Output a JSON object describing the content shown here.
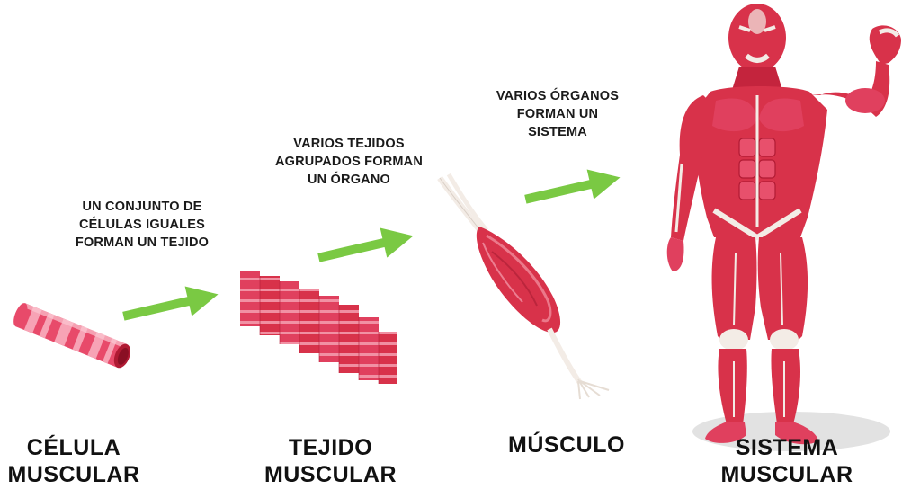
{
  "steps": [
    {
      "label_line1": "CÉLULA",
      "label_line2": "MUSCULAR",
      "icon": "muscle-cell-icon"
    },
    {
      "label_line1": "TEJIDO",
      "label_line2": "MUSCULAR",
      "icon": "muscle-tissue-icon"
    },
    {
      "label_line1": "MÚSCULO",
      "label_line2": "",
      "icon": "muscle-organ-icon"
    },
    {
      "label_line1": "SISTEMA",
      "label_line2": "MUSCULAR",
      "icon": "muscular-system-figure-icon"
    }
  ],
  "transitions": [
    {
      "line1": "UN CONJUNTO DE",
      "line2": "CÉLULAS IGUALES",
      "line3": "FORMAN UN TEJIDO"
    },
    {
      "line1": "VARIOS TEJIDOS",
      "line2": "AGRUPADOS FORMAN",
      "line3": "UN ÓRGANO"
    },
    {
      "line1": "VARIOS ÓRGANOS",
      "line2": "FORMAN UN",
      "line3": "SISTEMA"
    }
  ],
  "colors": {
    "arrow": "#7ac943",
    "muscle_red": "#d8324a",
    "muscle_pink": "#f08a9a",
    "tendon": "#f3ece6",
    "text": "#111111"
  },
  "icons": [
    "arrow-right-icon"
  ]
}
